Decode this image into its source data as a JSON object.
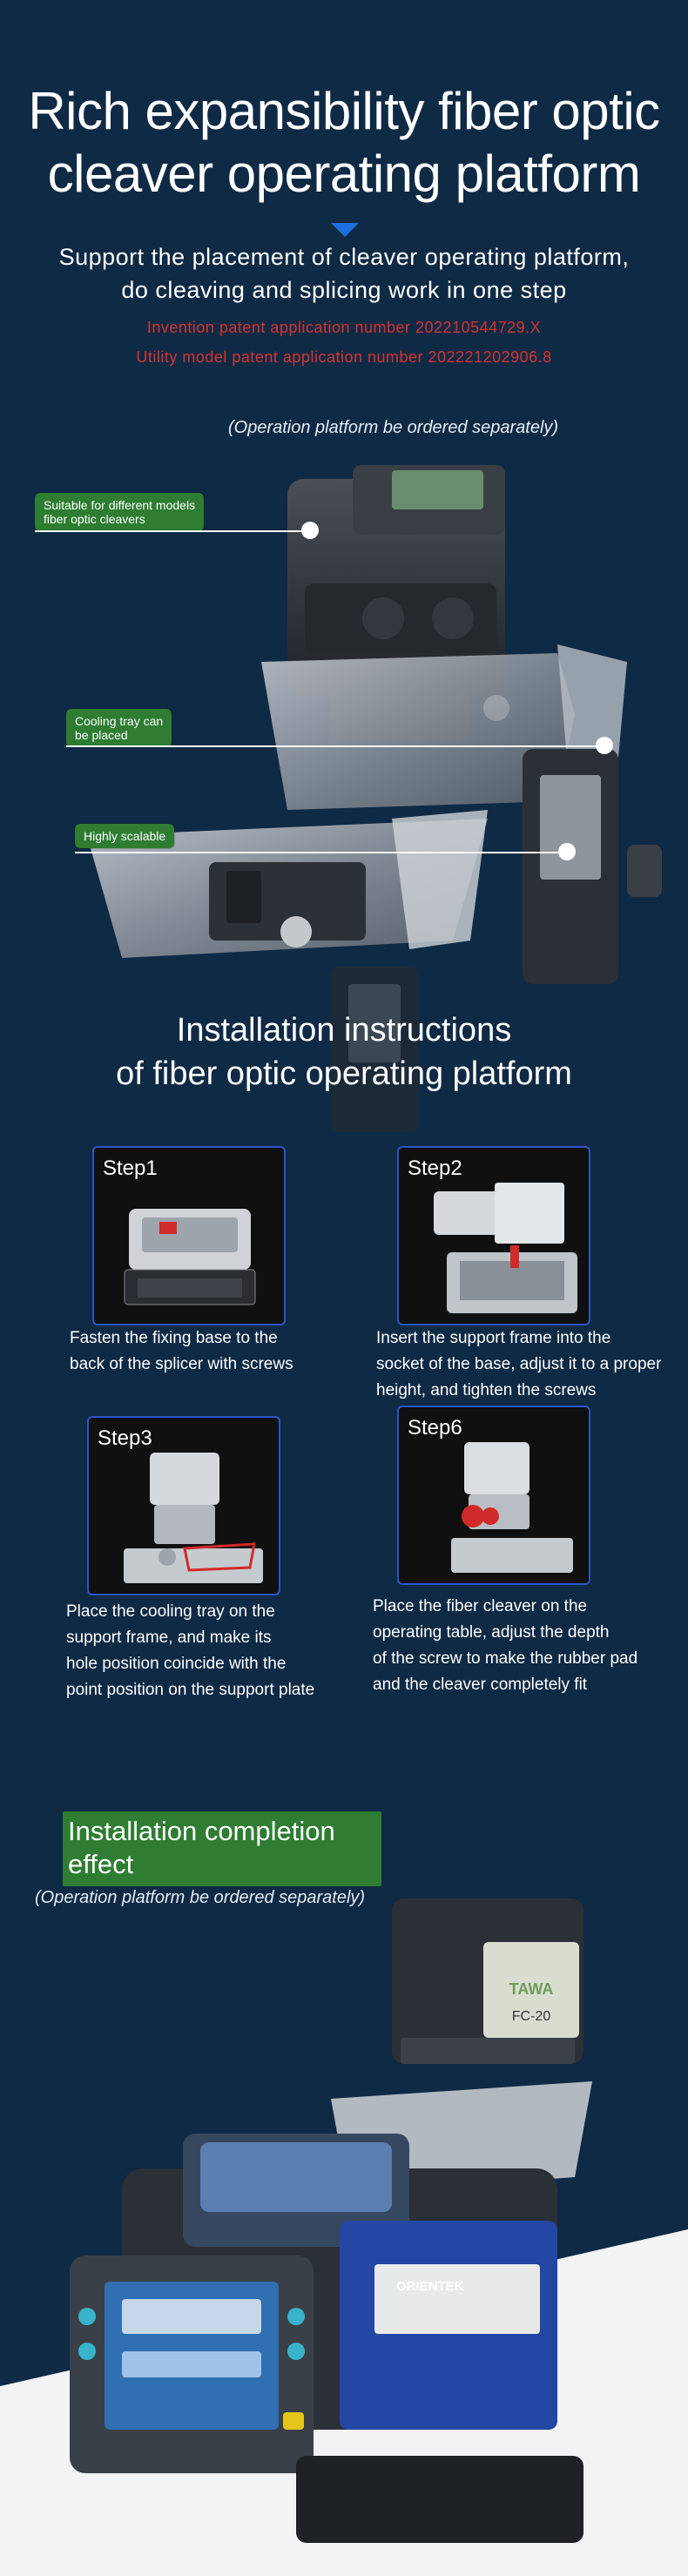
{
  "hero": {
    "title_line1": "Rich expansibility fiber optic",
    "title_line2": "cleaver operating platform",
    "subtitle_line1": "Support the placement of cleaver operating platform,",
    "subtitle_line2": "do cleaving and splicing work in one step",
    "patent_invention": "Invention patent application number 202210544729.X",
    "patent_utility": "Utility model patent application number 202221202906.8",
    "note": "(Operation platform be ordered separately)"
  },
  "callouts": {
    "models": "Suitable for different models\nfiber optic cleavers",
    "cooling": "Cooling tray can\nbe placed",
    "scalable": "Highly scalable"
  },
  "installation": {
    "title_line1": "Installation instructions",
    "title_line2": "of fiber optic operating platform",
    "steps": [
      {
        "label": "Step1",
        "desc": [
          "Fasten the fixing base to the",
          "back of the splicer with screws"
        ]
      },
      {
        "label": "Step2",
        "desc": [
          "Insert the support frame into the",
          "socket of the base, adjust it to a proper",
          "height, and tighten the screws"
        ]
      },
      {
        "label": "Step3",
        "desc": [
          "Place the cooling tray on the",
          "support frame, and make its",
          "hole position coincide with the",
          "point position on the support plate"
        ]
      },
      {
        "label": "Step6",
        "desc": [
          "Place the fiber cleaver on the",
          "operating table, adjust the depth",
          "of the screw to make the rubber pad",
          "and the cleaver completely fit"
        ]
      }
    ]
  },
  "completion": {
    "title_line1": "Installation completion",
    "title_line2": "effect",
    "note": "(Operation platform be ordered separately)",
    "device_brand": "ORIENTEK",
    "cleaver_model": "FC-20"
  },
  "colors": {
    "background": "#0f2a45",
    "patent_red": "#d8322f",
    "callout_green": "#2e7d32",
    "card_border": "#2b55c9"
  }
}
